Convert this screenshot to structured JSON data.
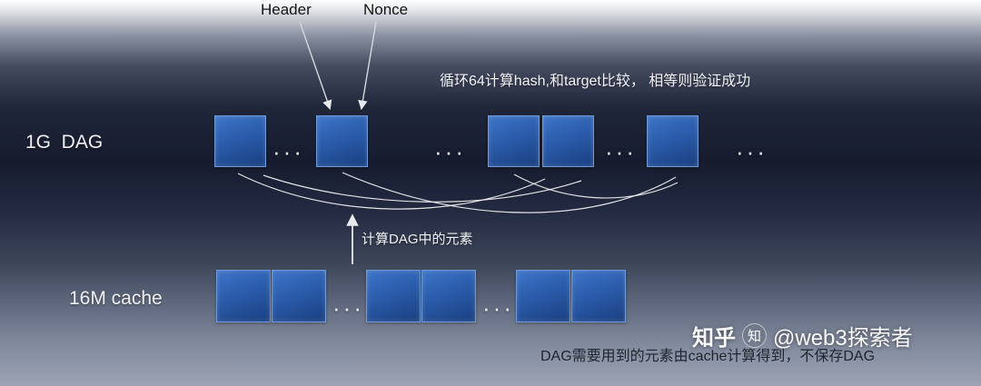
{
  "top_labels": {
    "header": "Header",
    "nonce": "Nonce"
  },
  "notes": {
    "hash_check": "循环64计算hash,和target比较， 相等则验证成功",
    "compute_dag": "计算DAG中的元素",
    "bottom": "DAG需要用到的元素由cache计算得到，不保存DAG"
  },
  "rows": {
    "dag": {
      "label": "1G  DAG",
      "block_count": 5
    },
    "cache": {
      "label": "16M cache",
      "block_count": 6
    }
  },
  "ellipsis": "···",
  "watermark": {
    "brand": "知乎",
    "user": "@web3探索者",
    "logo_char": "知"
  },
  "colors": {
    "block_top": "#3d74c8",
    "block_bottom": "#1a3f80",
    "block_border": "#6f9bd8",
    "arrow": "#e9eaee",
    "arc": "#f5f6f8"
  }
}
